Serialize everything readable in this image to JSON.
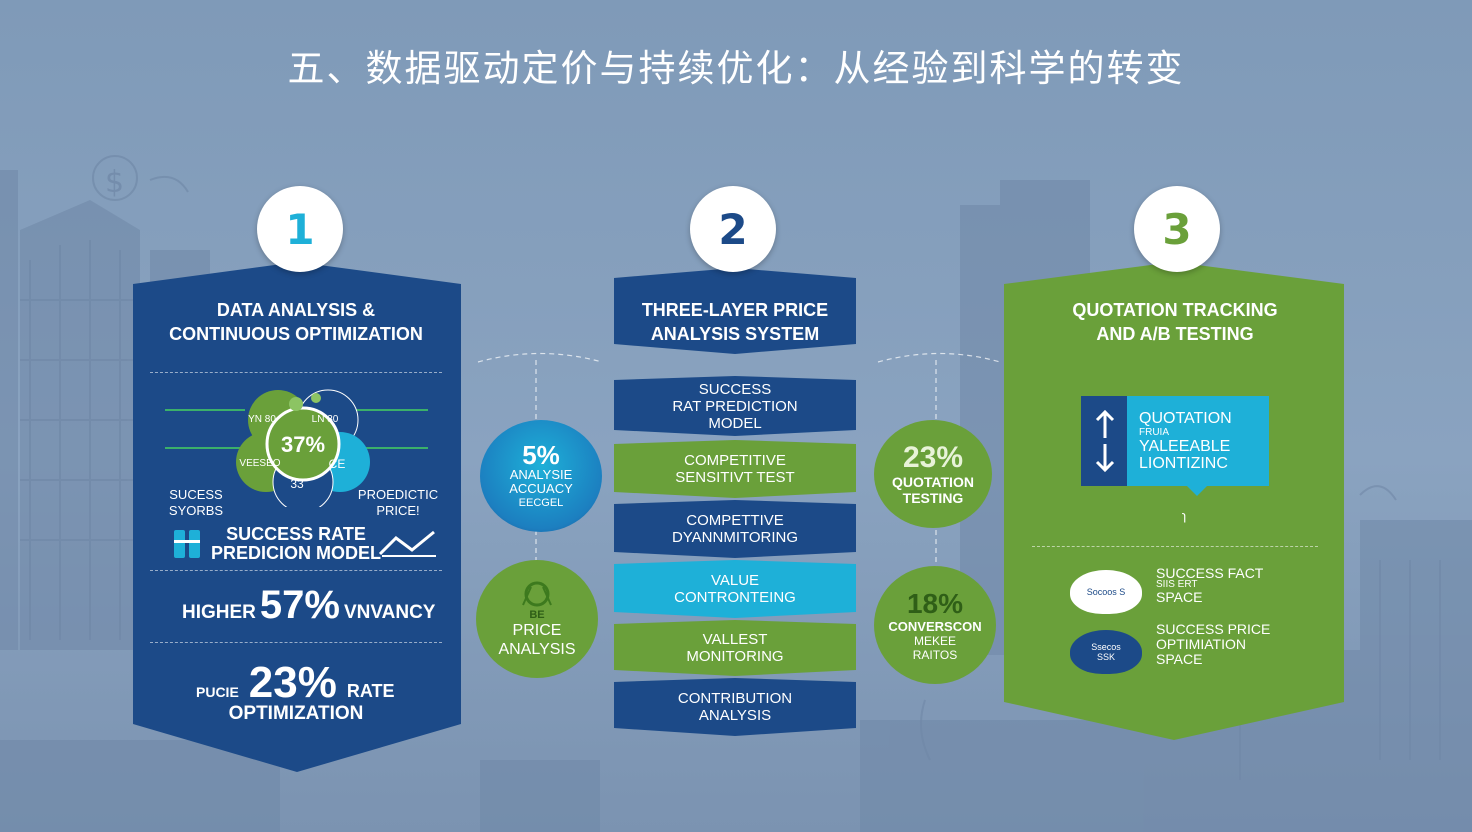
{
  "title": "五、数据驱动定价与持续优化：从经验到科学的转变",
  "colors": {
    "navy": "#1c4a88",
    "green": "#6aa03a",
    "cyan": "#1eb0d8",
    "background": "#8aa3c0"
  },
  "panels": [
    {
      "number": "1",
      "title_line1": "DATA ANALYSIS &",
      "title_line2": "CONTINUOUS OPTIMIZATION",
      "diagram": {
        "center_value": "37%",
        "segment_labels": [
          "YN 80",
          "LN 30",
          "VEESEO",
          "33",
          "CE"
        ],
        "left_caption_line1": "SUCESS",
        "left_caption_line2": "SYORBS",
        "right_caption_line1": "PROEDICTIC",
        "right_caption_line2": "PRICE!"
      },
      "model_label_line1": "SUCCESS RATE",
      "model_label_line2": "PREDICION MODEL",
      "metric1": {
        "prefix": "HIGHER",
        "value": "57%",
        "suffix": "VNVANCY"
      },
      "metric2": {
        "prefix": "PUCIE",
        "value": "23%",
        "suffix": "RATE",
        "caption": "OPTIMIZATION"
      }
    },
    {
      "number": "2",
      "title_line1": "THREE-LAYER PRICE",
      "title_line2": "ANALYSIS SYSTEM",
      "layers": [
        {
          "line1": "SUCCESS",
          "line2": "RAT PREDICTION",
          "line3": "MODEL"
        },
        {
          "line1": "COMPETITIVE",
          "line2": "SENSITIVT TEST",
          "line3": ""
        },
        {
          "line1": "COMPETTIVE",
          "line2": "DYANNMITORING",
          "line3": ""
        },
        {
          "line1": "VALUE",
          "line2": "CONTRONTEING",
          "line3": ""
        },
        {
          "line1": "VALLEST",
          "line2": "MONITORING",
          "line3": ""
        },
        {
          "line1": "CONTRIBUTION",
          "line2": "ANALYSIS",
          "line3": ""
        }
      ]
    },
    {
      "number": "3",
      "title_line1": "QUOTATION TRACKING",
      "title_line2": "AND A/B TESTING",
      "box_lines": [
        "QUOTATION",
        "YALEEABLE",
        "LIONTIZINC"
      ],
      "box_small": "FRUIA",
      "connector": "ɿ",
      "items": [
        {
          "badge": "Socoos S",
          "line1": "SUCCESS FACT",
          "line2": "SIIS ERT",
          "line3": "SPACE"
        },
        {
          "badge": "Ssecos SSK",
          "line1": "SUCCESS PRICE",
          "line2": "OPTIMIATION",
          "line3": "SPACE"
        }
      ]
    }
  ],
  "bubbles": {
    "left_top": {
      "value": "5%",
      "line1": "ANALYSIE",
      "line2": "ACCUACY",
      "line3": "EECGEL"
    },
    "left_bottom": {
      "top": "BE",
      "line1": "PRICE",
      "line2": "ANALYSIS"
    },
    "right_top": {
      "value": "23%",
      "line1": "QUOTATION",
      "line2": "TESTING"
    },
    "right_bottom": {
      "value": "18%",
      "line1": "CONVERSCON",
      "line2": "MEKEE",
      "line3": "RAITOS"
    }
  }
}
